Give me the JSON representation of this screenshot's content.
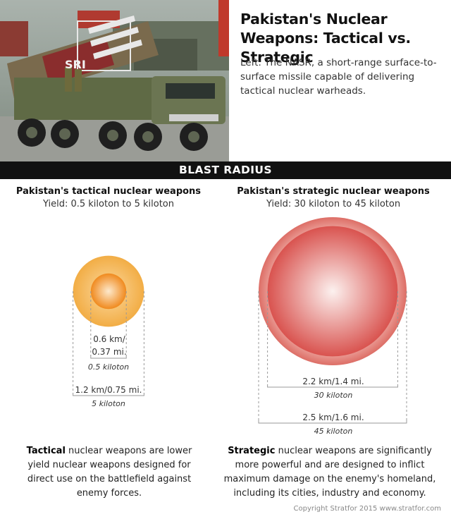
{
  "header": {
    "title": "Pakistan's Nuclear Weapons: Tactical vs. Strategic",
    "caption": "Left: The NASR, a short-range surface-to-surface missile capable of delivering tactical nuclear warheads."
  },
  "photo": {
    "vehicle_marking": "SRI"
  },
  "section_title": "BLAST RADIUS",
  "tactical": {
    "title": "Pakistan's tactical nuclear weapons",
    "yield": "Yield: 0.5 kiloton to 5 kiloton",
    "small": {
      "distance_line1": "0.6 km/",
      "distance_line2": "0.37 mi.",
      "yield": "0.5 kiloton",
      "diameter_km": 0.6
    },
    "large": {
      "distance": "1.2 km/0.75 mi.",
      "yield": "5 kiloton",
      "diameter_km": 1.2
    },
    "desc_bold": "Tactical",
    "desc_rest": " nuclear weapons are lower yield nuclear weapons designed for direct use on the battlefield against enemy forces."
  },
  "strategic": {
    "title": "Pakistan's strategic nuclear weapons",
    "yield": "Yield: 30 kiloton to 45 kiloton",
    "small": {
      "distance": "2.2 km/1.4 mi.",
      "yield": "30 kiloton",
      "diameter_km": 2.2
    },
    "large": {
      "distance": "2.5 km/1.6 mi.",
      "yield": "45 kiloton",
      "diameter_km": 2.5
    },
    "desc_bold": "Strategic",
    "desc_rest": " nuclear weapons are significantly more powerful and are designed to inflict maximum damage on the enemy's homeland, including its cities, industry and economy."
  },
  "colors": {
    "tactical_outer": "#f2b24e",
    "tactical_inner": "#f08a1e",
    "strategic_outer": "#e47a73",
    "strategic_inner": "#d9534f"
  },
  "copyright": "Copyright Stratfor 2015   www.stratfor.com"
}
